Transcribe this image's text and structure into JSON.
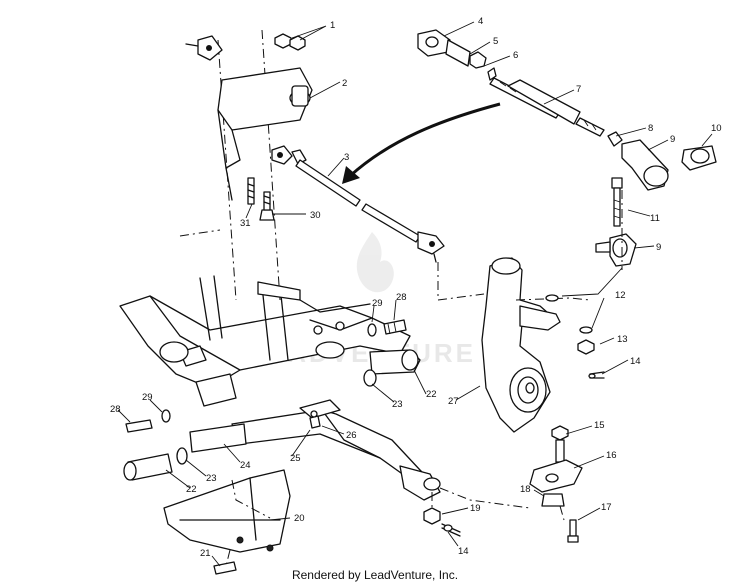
{
  "diagram": {
    "callouts": [
      {
        "id": "c1",
        "text": "1"
      },
      {
        "id": "c2",
        "text": "2"
      },
      {
        "id": "c3",
        "text": "3"
      },
      {
        "id": "c4",
        "text": "4"
      },
      {
        "id": "c5",
        "text": "5"
      },
      {
        "id": "c6",
        "text": "6"
      },
      {
        "id": "c7",
        "text": "7"
      },
      {
        "id": "c8",
        "text": "8"
      },
      {
        "id": "c9a",
        "text": "9"
      },
      {
        "id": "c10",
        "text": "10"
      },
      {
        "id": "c11",
        "text": "11"
      },
      {
        "id": "c9b",
        "text": "9"
      },
      {
        "id": "c12",
        "text": "12"
      },
      {
        "id": "c13",
        "text": "13"
      },
      {
        "id": "c14a",
        "text": "14"
      },
      {
        "id": "c15",
        "text": "15"
      },
      {
        "id": "c16",
        "text": "16"
      },
      {
        "id": "c17",
        "text": "17"
      },
      {
        "id": "c18",
        "text": "18"
      },
      {
        "id": "c19",
        "text": "19"
      },
      {
        "id": "c14b",
        "text": "14"
      },
      {
        "id": "c20",
        "text": "20"
      },
      {
        "id": "c21",
        "text": "21"
      },
      {
        "id": "c22a",
        "text": "22"
      },
      {
        "id": "c22b",
        "text": "22"
      },
      {
        "id": "c23a",
        "text": "23"
      },
      {
        "id": "c23b",
        "text": "23"
      },
      {
        "id": "c24",
        "text": "24"
      },
      {
        "id": "c25",
        "text": "25"
      },
      {
        "id": "c26",
        "text": "26"
      },
      {
        "id": "c27",
        "text": "27"
      },
      {
        "id": "c28a",
        "text": "28"
      },
      {
        "id": "c28b",
        "text": "28"
      },
      {
        "id": "c29a",
        "text": "29"
      },
      {
        "id": "c29b",
        "text": "29"
      },
      {
        "id": "c30",
        "text": "30"
      },
      {
        "id": "c31",
        "text": "31"
      }
    ],
    "watermark": "LEADVENTURE",
    "credit": "Rendered by LeadVenture, Inc."
  }
}
